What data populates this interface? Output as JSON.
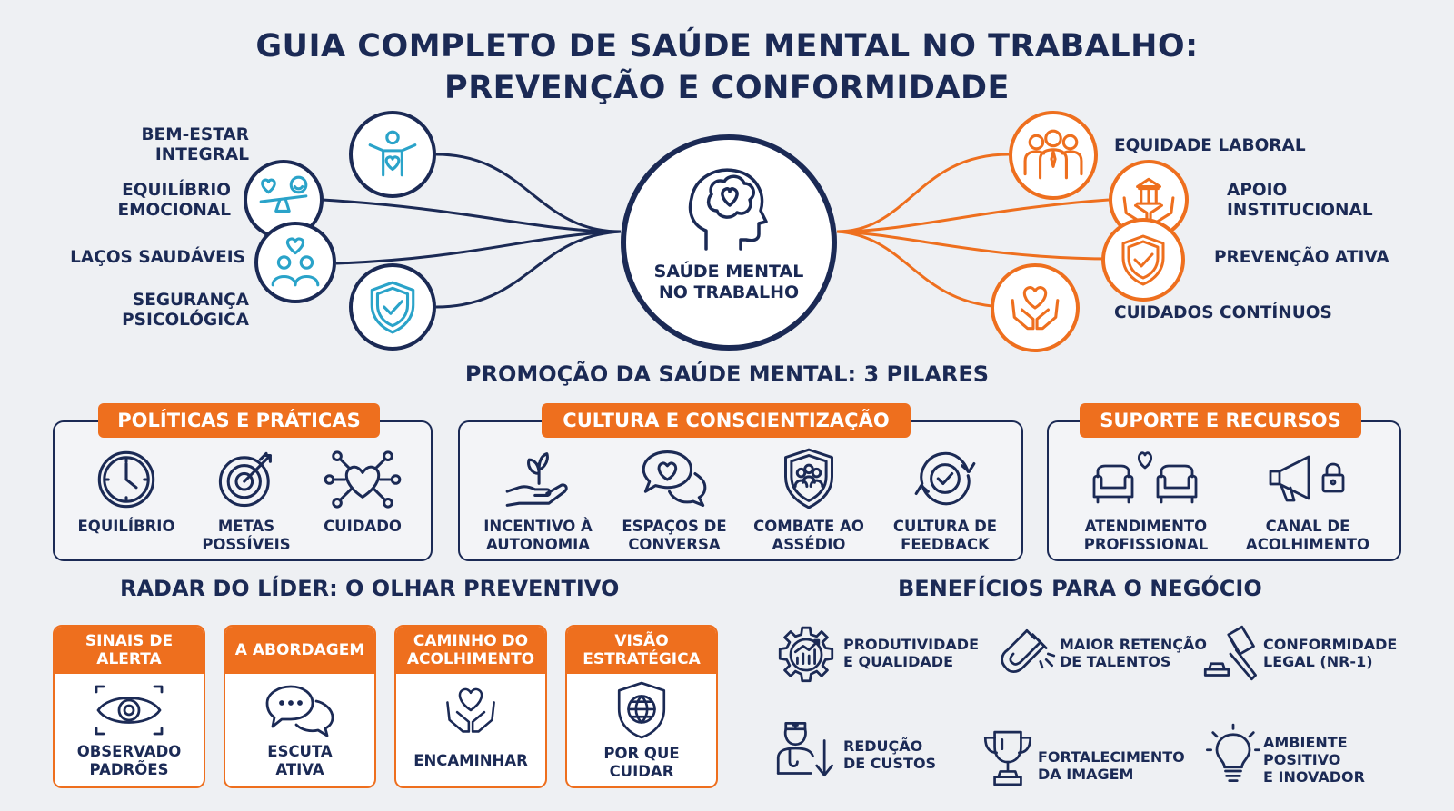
{
  "title": {
    "line1": "GUIA COMPLETO DE SAÚDE MENTAL NO TRABALHO:",
    "line2": "PREVENÇÃO E CONFORMIDADE"
  },
  "hub": {
    "center_line1": "SAÚDE MENTAL",
    "center_line2": "NO TRABALHO",
    "left": [
      {
        "line1": "BEM-ESTAR",
        "line2": "INTEGRAL",
        "icon": "person-heart-icon"
      },
      {
        "line1": "EQUILÍBRIO",
        "line2": "EMOCIONAL",
        "icon": "balance-icon"
      },
      {
        "line1": "LAÇOS SAUDÁVEIS",
        "line2": "",
        "icon": "people-heart-icon"
      },
      {
        "line1": "SEGURANÇA",
        "line2": "PSICOLÓGICA",
        "icon": "shield-check-icon"
      }
    ],
    "right": [
      {
        "line1": "EQUIDADE LABORAL",
        "line2": "",
        "icon": "team-icon"
      },
      {
        "line1": "APOIO",
        "line2": "INSTITUCIONAL",
        "icon": "institution-hands-icon"
      },
      {
        "line1": "PREVENÇÃO ATIVA",
        "line2": "",
        "icon": "shield-check-icon"
      },
      {
        "line1": "CUIDADOS CONTÍNUOS",
        "line2": "",
        "icon": "hands-heart-icon"
      }
    ]
  },
  "pillars": {
    "heading": "PROMOÇÃO DA SAÚDE MENTAL: 3 PILARES",
    "groups": [
      {
        "title": "POLÍTICAS E PRÁTICAS",
        "items": [
          {
            "line1": "EQUILÍBRIO",
            "line2": "",
            "icon": "clock-icon"
          },
          {
            "line1": "METAS",
            "line2": "POSSÍVEIS",
            "icon": "target-icon"
          },
          {
            "line1": "CUIDADO",
            "line2": "",
            "icon": "heart-network-icon"
          }
        ]
      },
      {
        "title": "CULTURA E CONSCIENTIZAÇÃO",
        "items": [
          {
            "line1": "INCENTIVO À",
            "line2": "AUTONOMIA",
            "icon": "hand-plant-icon"
          },
          {
            "line1": "ESPAÇOS DE",
            "line2": "CONVERSA",
            "icon": "chat-heart-icon"
          },
          {
            "line1": "COMBATE AO",
            "line2": "ASSÉDIO",
            "icon": "shield-people-icon"
          },
          {
            "line1": "CULTURA DE",
            "line2": "FEEDBACK",
            "icon": "cycle-check-icon"
          }
        ]
      },
      {
        "title": "SUPORTE E RECURSOS",
        "items": [
          {
            "line1": "ATENDIMENTO",
            "line2": "PROFISSIONAL",
            "icon": "armchairs-heart-icon"
          },
          {
            "line1": "CANAL DE",
            "line2": "ACOLHIMENTO",
            "icon": "megaphone-lock-icon"
          }
        ]
      }
    ]
  },
  "radar": {
    "heading": "RADAR DO LÍDER: O OLHAR PREVENTIVO",
    "cards": [
      {
        "head1": "SINAIS DE",
        "head2": "ALERTA",
        "foot1": "OBSERVADO",
        "foot2": "PADRÕES",
        "icon": "eye-icon"
      },
      {
        "head1": "A ABORDAGEM",
        "head2": "",
        "foot1": "ESCUTA",
        "foot2": "ATIVA",
        "icon": "speech-bubbles-icon"
      },
      {
        "head1": "CAMINHO DO",
        "head2": "ACOLHIMENTO",
        "foot1": "ENCAMINHAR",
        "foot2": "",
        "icon": "hands-heart-icon"
      },
      {
        "head1": "VISÃO",
        "head2": "ESTRATÉGICA",
        "foot1": "POR QUE",
        "foot2": "CUIDAR",
        "icon": "shield-globe-icon"
      }
    ]
  },
  "benefits": {
    "heading": "BENEFÍCIOS PARA O NEGÓCIO",
    "items": [
      {
        "line1": "PRODUTIVIDADE",
        "line2": "E QUALIDADE",
        "line3": "",
        "icon": "gear-chart-icon"
      },
      {
        "line1": "MAIOR RETENÇÃO",
        "line2": "DE TALENTOS",
        "line3": "",
        "icon": "magnet-icon"
      },
      {
        "line1": "CONFORMIDADE",
        "line2": "LEGAL (NR-1)",
        "line3": "",
        "icon": "gavel-icon"
      },
      {
        "line1": "REDUÇÃO",
        "line2": "DE CUSTOS",
        "line3": "",
        "icon": "doctor-down-icon"
      },
      {
        "line1": "FORTALECIMENTO",
        "line2": "DA IMAGEM",
        "line3": "",
        "icon": "trophy-icon"
      },
      {
        "line1": "AMBIENTE",
        "line2": "POSITIVO",
        "line3": "E INOVADOR",
        "icon": "lightbulb-icon"
      }
    ]
  },
  "colors": {
    "navy": "#1b2a55",
    "orange": "#ee6f1e",
    "teal": "#2aa3c9",
    "background": "#eef0f3"
  }
}
